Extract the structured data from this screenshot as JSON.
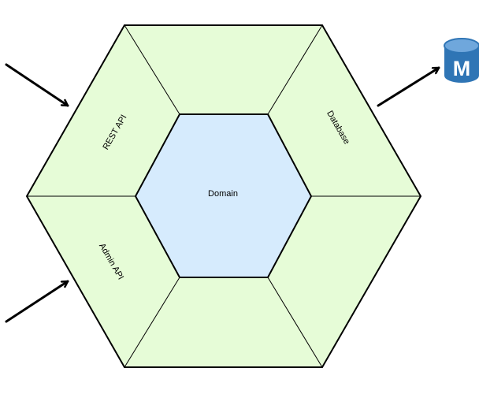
{
  "diagram": {
    "core_label": "Domain",
    "adapters": {
      "rest_api": "REST API",
      "admin_api": "Admin API",
      "database": "Database"
    },
    "database_icon": {
      "icon": "database-cylinder-icon",
      "letter": "M"
    }
  },
  "colors": {
    "outer_fill": "#e6fcd7",
    "inner_fill": "#d6ebfd",
    "stroke": "#000000",
    "db_icon_body": "#2f75b5",
    "db_icon_top": "#6fa7dc"
  }
}
